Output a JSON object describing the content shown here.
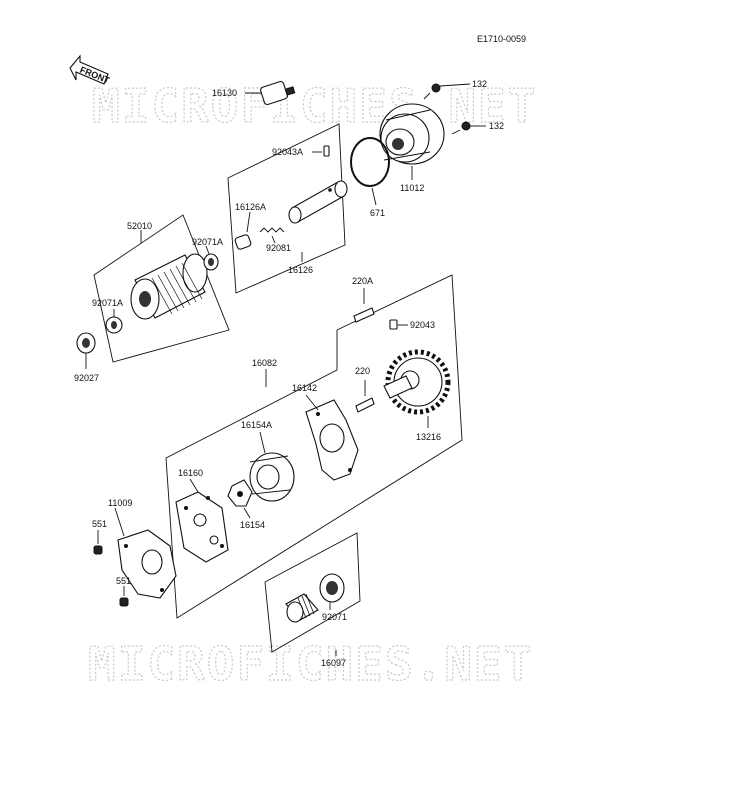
{
  "diagram_code": "E1710-0059",
  "front_label": "FRONT",
  "watermark_top": "MICROFICHES.NET",
  "watermark_bottom": "MICROFICHES.NET",
  "parts": {
    "p16130": "16130",
    "p132a": "132",
    "p132b": "132",
    "p92043A": "92043A",
    "p11012": "11012",
    "p671": "671",
    "p16126A": "16126A",
    "p92081": "92081",
    "p16126": "16126",
    "p52010": "52010",
    "p92071A_top": "92071A",
    "p92071A_left": "92071A",
    "p92027": "92027",
    "p220A": "220A",
    "p92043": "92043",
    "p16082": "16082",
    "p16142": "16142",
    "p220": "220",
    "p13216": "13216",
    "p16154A": "16154A",
    "p16160": "16160",
    "p16154": "16154",
    "p11009": "11009",
    "p551a": "551",
    "p551b": "551",
    "p92071": "92071",
    "p16097": "16097"
  }
}
